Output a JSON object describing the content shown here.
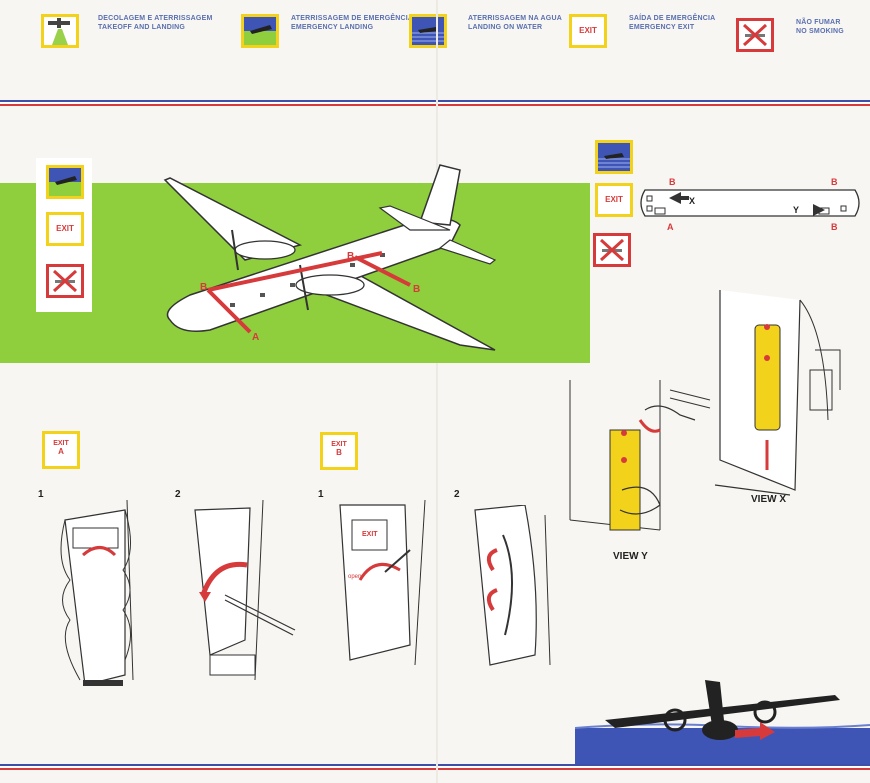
{
  "legend": [
    {
      "id": "takeoff",
      "line1": "DECOLAGEM E ATERRISSAGEM",
      "line2": "TAKEOFF AND LANDING",
      "icon": "takeoff-landing-icon"
    },
    {
      "id": "emergency",
      "line1": "ATERRISSAGEM DE EMERGÊNCIA",
      "line2": "EMERGENCY LANDING",
      "icon": "emergency-landing-icon"
    },
    {
      "id": "water",
      "line1": "ATERRISSAGEM NA AGUA",
      "line2": "LANDING ON WATER",
      "icon": "water-landing-icon"
    },
    {
      "id": "exit",
      "line1": "SAÍDA DE EMERGÊNCIA",
      "line2": "EMERGENCY EXIT",
      "icon": "exit-icon"
    },
    {
      "id": "nosmoking",
      "line1": "NÃO FUMAR",
      "line2": "NO SMOKING",
      "icon": "no-smoking-icon"
    }
  ],
  "exit_label": "EXIT",
  "plane_labels": {
    "a": "A",
    "b": "B"
  },
  "cabin_labels": {
    "b": "B",
    "a": "A",
    "x": "X",
    "y": "Y"
  },
  "exit_a": {
    "exit": "EXIT",
    "letter": "A"
  },
  "exit_b": {
    "exit": "EXIT",
    "letter": "B"
  },
  "steps": {
    "one": "1",
    "two": "2"
  },
  "views": {
    "y": "VIEW Y",
    "x": "VIEW X"
  },
  "door_text": {
    "exit": "EXIT",
    "open": "open"
  },
  "colors": {
    "green": "#8fce3c",
    "yellow": "#f2d21b",
    "red": "#d73a3a",
    "blue": "#3f4ea8",
    "water": "#3e55b5"
  }
}
